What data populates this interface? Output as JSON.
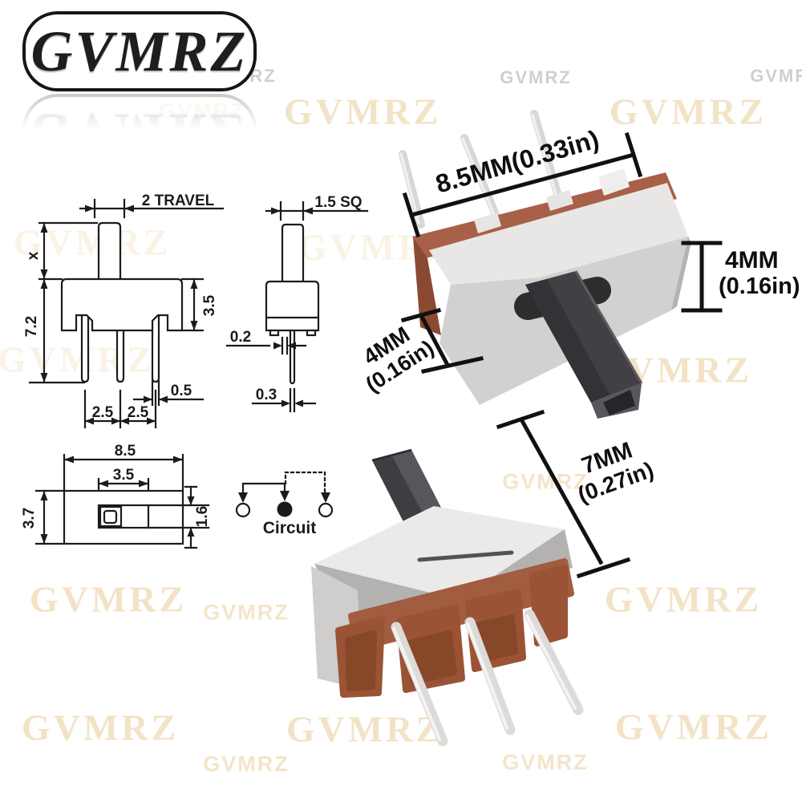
{
  "brand": {
    "logo_text": "GVMRZ"
  },
  "watermark_text": "GVMRZ",
  "tech_drawing": {
    "front_view": {
      "travel": "2 TRAVEL",
      "actuator_height": "x",
      "total_height": "7.2",
      "body_height": "3.5",
      "pin_width": "0.5",
      "pin_pitch_left": "2.5",
      "pin_pitch_right": "2.5"
    },
    "side_view": {
      "actuator_size": "1.5 SQ",
      "bracket_thickness": "0.2",
      "pin_thickness": "0.3"
    },
    "top_view": {
      "body_length": "8.5",
      "slot_length": "3.5",
      "body_width": "3.7",
      "slot_width": "1.6"
    },
    "circuit": {
      "caption": "Circuit"
    }
  },
  "photo_annotations": {
    "top_switch": {
      "length": "8.5MM(0.33in)",
      "height_mm": "4MM",
      "height_in": "(0.16in)",
      "depth_mm": "4MM",
      "depth_in": "(0.16in)"
    },
    "bottom_switch": {
      "actuator_mm": "7MM",
      "actuator_in": "(0.27in)"
    }
  },
  "colors": {
    "base_brown": "#a25c40",
    "metal_light": "#ebeae8",
    "actuator_dark": "#3e3e42",
    "line": "#1b1b1b",
    "watermark_cream": "#f2e2c4",
    "watermark_gray": "#aaa79f"
  }
}
